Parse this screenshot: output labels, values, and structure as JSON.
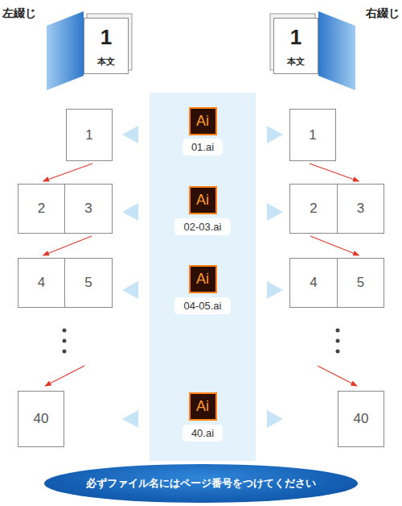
{
  "diagram": {
    "nodes": [
      {
        "text": [
          "1",
          "本文"
        ]
      },
      {
        "text": [
          "1",
          "本文"
        ]
      },
      {
        "text": [
          "1"
        ]
      },
      {
        "text": [
          "Ai"
        ]
      },
      {
        "text": [
          "01.ai"
        ]
      },
      {
        "text": [
          "1"
        ]
      },
      {
        "text": [
          "2"
        ]
      },
      {
        "text": [
          "3"
        ]
      },
      {
        "text": [
          "Ai"
        ]
      },
      {
        "text": [
          "02-03.ai"
        ]
      },
      {
        "text": [
          "2"
        ]
      },
      {
        "text": [
          "3"
        ]
      },
      {
        "text": [
          "4"
        ]
      },
      {
        "text": [
          "5"
        ]
      },
      {
        "text": [
          "Ai"
        ]
      },
      {
        "text": [
          "04-05.ai"
        ]
      },
      {
        "text": [
          "4"
        ]
      },
      {
        "text": [
          "5"
        ]
      },
      {
        "text": [
          "40"
        ]
      },
      {
        "text": [
          "Ai"
        ]
      },
      {
        "text": [
          "40.ai"
        ]
      },
      {
        "text": [
          "40"
        ]
      },
      {
        "text": [
          "必ずファイル名にはページ番号をつけてください"
        ]
      }
    ],
    "edges": [
      {
        "from": 2,
        "to": 6,
        "arrow": "to"
      },
      {
        "from": 7,
        "to": 12,
        "arrow": "to"
      },
      {
        "from": 5,
        "to": 11,
        "arrow": "to"
      },
      {
        "from": 10,
        "to": 17,
        "arrow": "to"
      }
    ],
    "labels": [
      "左綴じ",
      "右綴じ"
    ]
  }
}
